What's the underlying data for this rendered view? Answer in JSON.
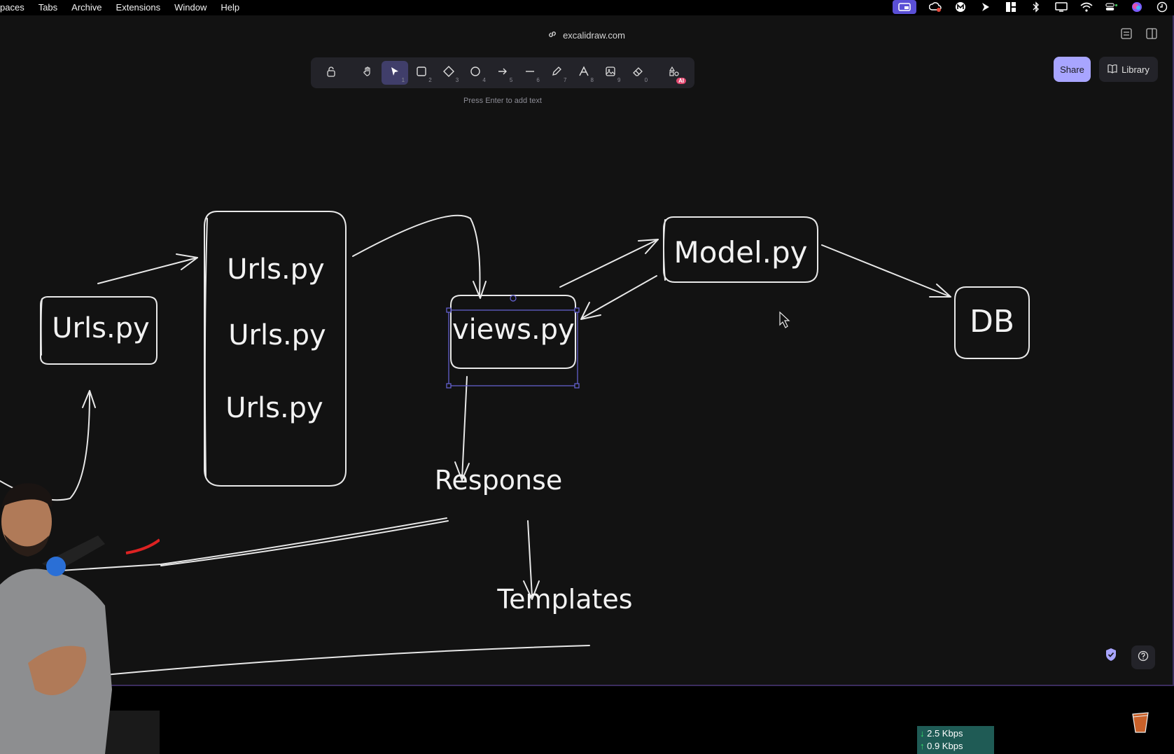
{
  "menubar": {
    "items": [
      "paces",
      "Tabs",
      "Archive",
      "Extensions",
      "Window",
      "Help"
    ],
    "status_icons": [
      "screen-share-icon",
      "creative-cloud-icon",
      "m-app-icon",
      "dropzone-icon",
      "layout-icon",
      "bluetooth-icon",
      "display-icon",
      "wifi-icon",
      "control-center-icon",
      "siri-icon",
      "clock-icon"
    ]
  },
  "browser": {
    "url": "excalidraw.com"
  },
  "toolbar": {
    "tools": [
      {
        "name": "lock",
        "key": ""
      },
      {
        "name": "hand",
        "key": ""
      },
      {
        "name": "selection",
        "key": "1"
      },
      {
        "name": "rectangle",
        "key": "2"
      },
      {
        "name": "diamond",
        "key": "3"
      },
      {
        "name": "ellipse",
        "key": "4"
      },
      {
        "name": "arrow",
        "key": "5"
      },
      {
        "name": "line",
        "key": "6"
      },
      {
        "name": "draw",
        "key": "7"
      },
      {
        "name": "text",
        "key": "8"
      },
      {
        "name": "image",
        "key": "9"
      },
      {
        "name": "eraser",
        "key": "0"
      },
      {
        "name": "more-tools",
        "key": ""
      }
    ],
    "active_tool": "selection",
    "ai_badge": "AI",
    "hint": "Press Enter to add text"
  },
  "actions": {
    "share_label": "Share",
    "library_label": "Library"
  },
  "diagram": {
    "nodes": {
      "urls_left": "Urls.py",
      "urls_stack": [
        "Urls.py",
        "Urls.py",
        "Urls.py"
      ],
      "views": "views.py",
      "model": "Model.py",
      "db": "DB",
      "response": "Response",
      "templates": "Templates"
    }
  },
  "network": {
    "down": "2.5 Kbps",
    "up": "0.9 Kbps"
  },
  "colors": {
    "accent": "#a8a5ff",
    "canvas_bg": "#121212",
    "stroke": "#e8e8e8",
    "selection": "#6965db"
  }
}
